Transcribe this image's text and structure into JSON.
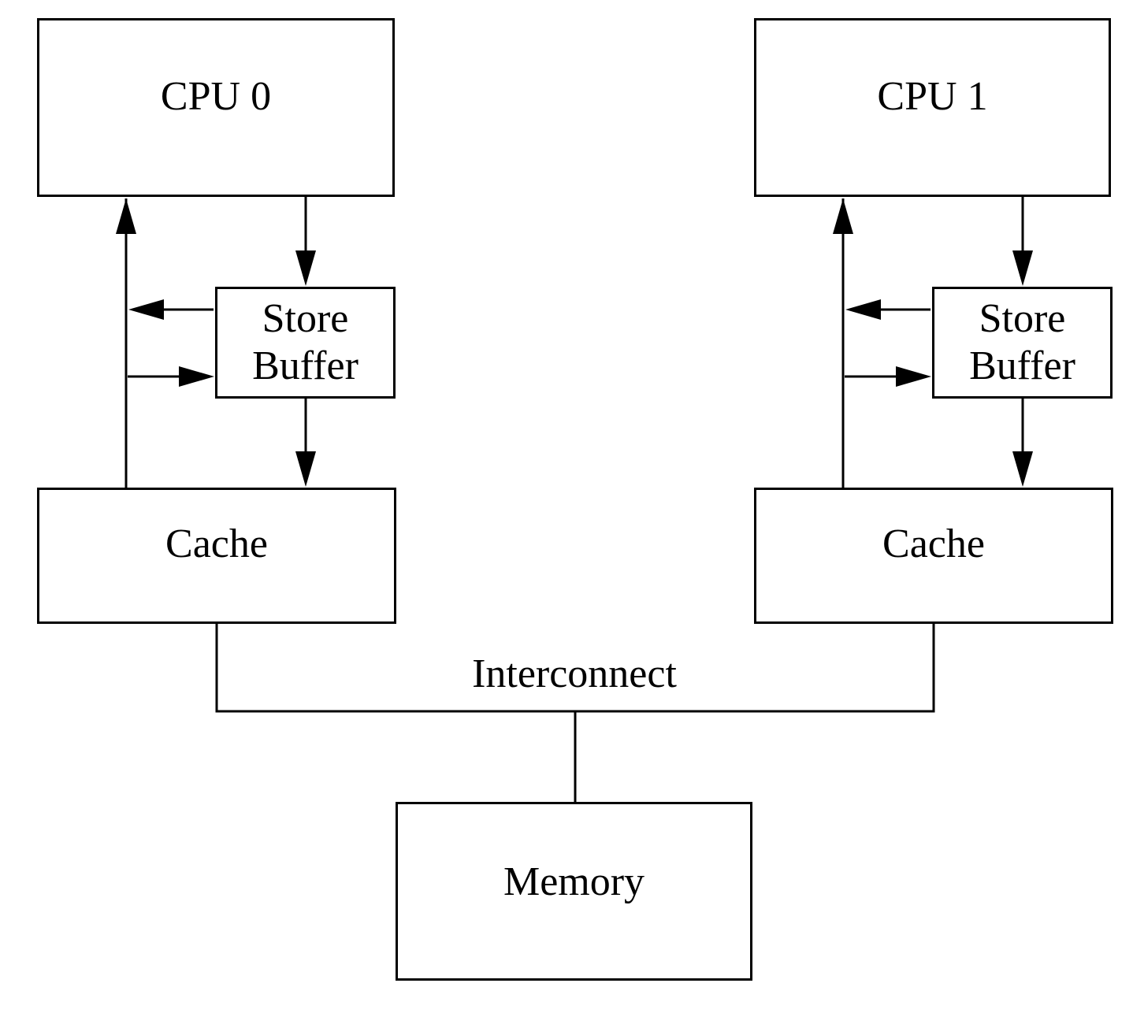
{
  "boxes": {
    "cpu0": {
      "label": "CPU 0"
    },
    "cpu1": {
      "label": "CPU 1"
    },
    "store_buffer_left": {
      "lines": [
        "Store",
        "Buffer"
      ]
    },
    "store_buffer_right": {
      "lines": [
        "Store",
        "Buffer"
      ]
    },
    "cache_left": {
      "label": "Cache"
    },
    "cache_right": {
      "label": "Cache"
    },
    "memory": {
      "label": "Memory"
    }
  },
  "labels": {
    "interconnect": "Interconnect"
  },
  "colors": {
    "line": "#000000",
    "text": "#000000",
    "box_background": "#ffffff",
    "page_background": "#ffffff"
  }
}
